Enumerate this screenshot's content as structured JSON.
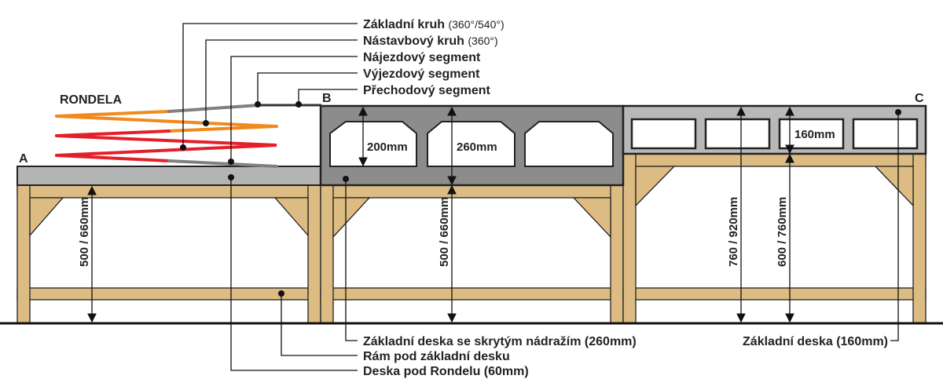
{
  "title": "RONDELA",
  "points": {
    "a": "A",
    "b": "B",
    "c": "C"
  },
  "callouts_top": [
    {
      "label": "Základní kruh",
      "note": "(360°/540°)"
    },
    {
      "label": "Nástavbový kruh",
      "note": "(360°)"
    },
    {
      "label": "Nájezdový segment"
    },
    {
      "label": "Výjezdový segment"
    },
    {
      "label": "Přechodový segment"
    }
  ],
  "callouts_bottom": [
    {
      "label": "Základní deska se skrytým nádražím (260mm)"
    },
    {
      "label": "Rám pod základní desku"
    },
    {
      "label": "Deska pod Rondelu (60mm)"
    },
    {
      "label": "Základní deska (160mm)"
    }
  ],
  "dimensions": {
    "board_b_inner": "200mm",
    "board_b": "260mm",
    "board_c": "160mm",
    "height_a": "500 / 660mm",
    "height_b": "500 / 660mm",
    "height_c_total": "760 / 920mm",
    "height_c_frame": "600 / 760mm"
  },
  "colors": {
    "orange": "#f0891e",
    "red": "#e3202a",
    "gray_track": "#808080",
    "wood": "#dcbc82",
    "board_light": "#b4b4b4",
    "board_dark": "#8c8c8c"
  }
}
